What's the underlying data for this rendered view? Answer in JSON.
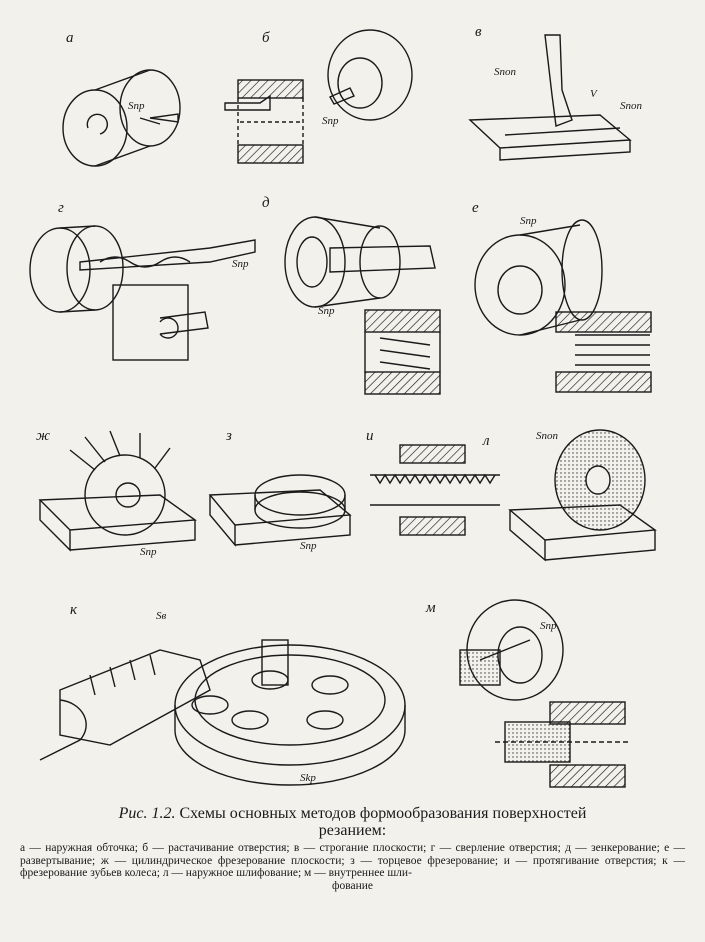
{
  "figure": {
    "panel_labels": {
      "a": "а",
      "b": "б",
      "v": "в",
      "g": "г",
      "d": "д",
      "e": "е",
      "zh": "ж",
      "z": "з",
      "i": "и",
      "l": "л",
      "k": "к",
      "m": "м"
    },
    "motion_tags": {
      "snp": "Snp",
      "snop": "Snon",
      "skp": "Skp",
      "sb": "Sв",
      "v": "V"
    }
  },
  "caption": {
    "title_prefix": "Рис. 1.2.",
    "title_line1": "Схемы основных методов формообразования поверхностей",
    "title_line2": "резанием:",
    "legend_main": "а — наружная обточка; б — растачивание отверстия; в — строгание плоскости; г — сверление отверстия; д — зенкерование; е — развертывание; ж — цилиндрическое фрезерование плоскости; з — торцевое фрезерование; и — протягивание отверстия; к — фрезерование зубьев колеса; л — наружное шлифование; м — внутреннее шли-",
    "legend_last": "фование"
  }
}
